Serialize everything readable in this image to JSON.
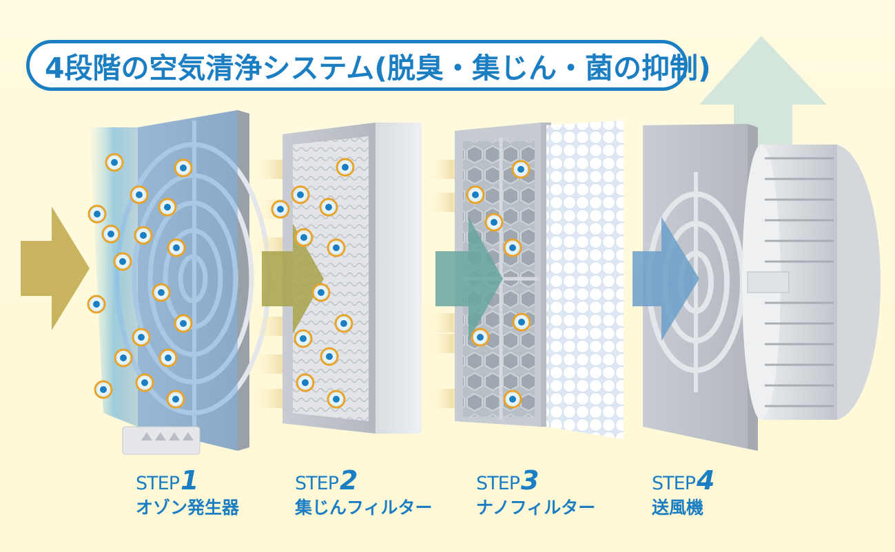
{
  "title": "4段階の空気清浄システム(脱臭・集じん・菌の抑制)",
  "steps": [
    {
      "word": "STEP",
      "number": "1",
      "name": "オゾン発生器"
    },
    {
      "word": "STEP",
      "number": "2",
      "name": "集じんフィルター"
    },
    {
      "word": "STEP",
      "number": "3",
      "name": "ナノフィルター"
    },
    {
      "word": "STEP",
      "number": "4",
      "name": "送風機"
    }
  ],
  "colors": {
    "accent": "#1b7ec3",
    "background": "#fff8d6",
    "arrow_olive": "#c9b560",
    "arrow_teal": "#6aa6a0",
    "arrow_blue": "#6c9fc9",
    "exhaust_arrow": "#cfe3dc",
    "particle_ring": "#e8a42a"
  },
  "icons": [
    "bacteria-icon",
    "mold-icon",
    "pollen-icon",
    "dust-icon",
    "smoke-icon",
    "odor-icon",
    "allergen-icon"
  ]
}
